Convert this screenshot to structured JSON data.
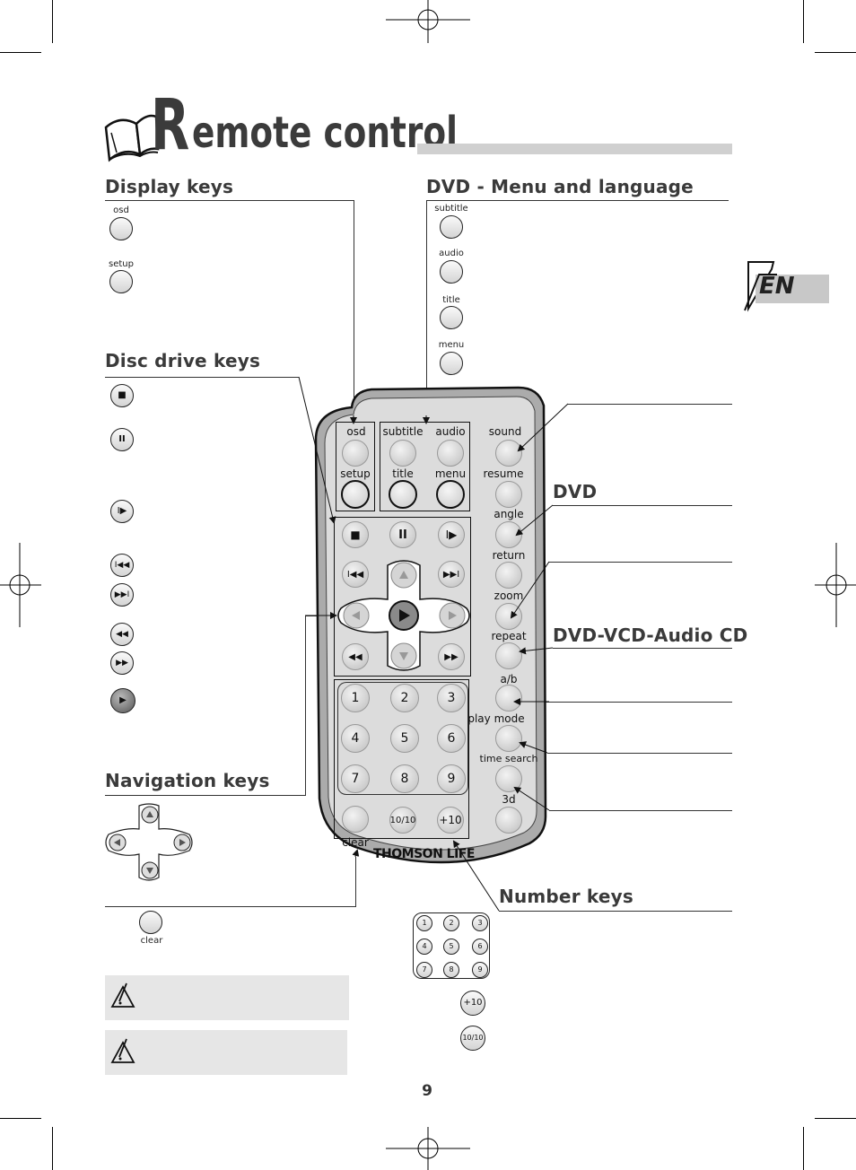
{
  "title": {
    "initial": "R",
    "rest": "emote control"
  },
  "lang_tab": "EN",
  "page_number": "9",
  "sections": {
    "display_keys": "Display keys",
    "disc_drive_keys": "Disc drive keys",
    "navigation_keys": "Navigation keys",
    "dvd_menu_language": "DVD - Menu and language",
    "dvd": "DVD",
    "dvd_vcd_audio_cd": "DVD-VCD-Audio CD",
    "number_keys": "Number keys"
  },
  "display_key_labels": {
    "osd": "osd",
    "setup": "setup"
  },
  "dvd_menu_labels": {
    "subtitle": "subtitle",
    "audio": "audio",
    "title": "title",
    "menu": "menu"
  },
  "disc_drive_icons": [
    "stop-icon",
    "pause-icon",
    "step-play-icon",
    "previous-icon",
    "next-icon",
    "rewind-icon",
    "fast-forward-icon",
    "play-icon"
  ],
  "clear_label": "clear",
  "number_pad": [
    "1",
    "2",
    "3",
    "4",
    "5",
    "6",
    "7",
    "8",
    "9"
  ],
  "plus10": "+10",
  "ten_ten": "10/10",
  "remote": {
    "top_labels": {
      "osd": "osd",
      "subtitle": "subtitle",
      "audio": "audio",
      "sound": "sound"
    },
    "second_labels": {
      "setup": "setup",
      "title": "title",
      "menu": "menu",
      "resume": "resume"
    },
    "side_labels": [
      "angle",
      "return",
      "zoom",
      "repeat",
      "a/b",
      "play mode",
      "time search",
      "3d"
    ],
    "numbers": [
      "1",
      "2",
      "3",
      "4",
      "5",
      "6",
      "7",
      "8",
      "9"
    ],
    "ten_ten": "10/10",
    "plus10": "+10",
    "clear": "clear",
    "brand": "THOMSON LIFE"
  }
}
